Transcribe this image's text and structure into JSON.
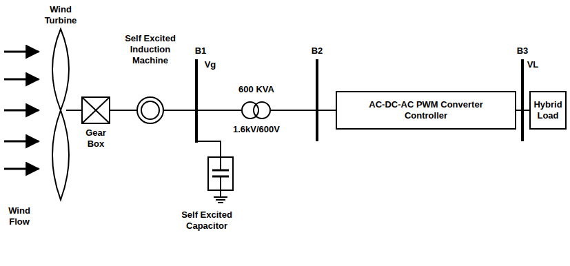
{
  "diagram": {
    "nodes": [
      {
        "text": [
          "Gear Box"
        ]
      },
      {
        "text": [
          "Self Excited Induction Machine"
        ]
      },
      {
        "text": [
          "AC-DC-AC PWM Converter Controller"
        ]
      },
      {
        "text": [
          "Hybrid Load"
        ]
      }
    ],
    "edges": [
      {
        "from": 0,
        "to": 1,
        "arrow": "none"
      },
      {
        "from": 2,
        "to": 3,
        "arrow": "none"
      }
    ],
    "labels": [
      "Wind Turbine",
      "Wind Flow",
      "B1",
      "Vg",
      "600 KVA",
      "1.6kV/600V",
      "B2",
      "B3",
      "VL",
      "Self Excited Capacitor"
    ]
  }
}
